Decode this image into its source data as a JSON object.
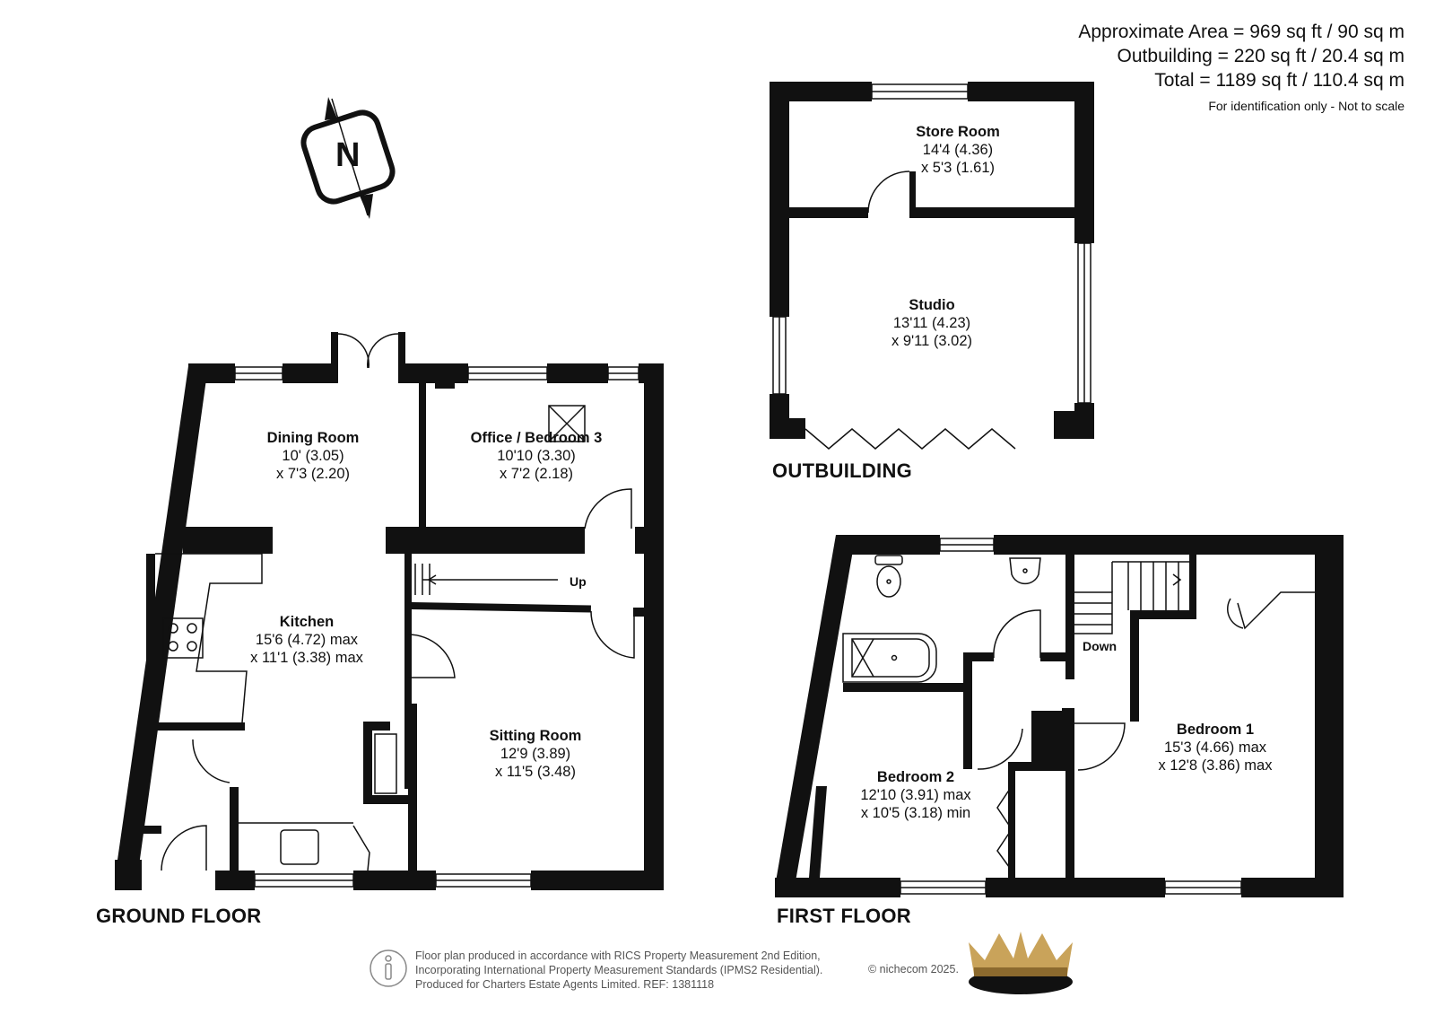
{
  "summary": {
    "approx_area": "Approximate Area = 969 sq ft / 90 sq m",
    "outbuilding": "Outbuilding = 220 sq ft / 20.4 sq m",
    "total": "Total = 1189 sq ft / 110.4 sq m",
    "note": "For identification only - Not to scale"
  },
  "floors": {
    "ground": "GROUND FLOOR",
    "first": "FIRST FLOOR",
    "outbuilding": "OUTBUILDING"
  },
  "rooms": {
    "dining": {
      "name": "Dining Room",
      "dim1": "10' (3.05)",
      "dim2": "x 7'3 (2.20)"
    },
    "office": {
      "name": "Office / Bedroom 3",
      "dim1": "10'10 (3.30)",
      "dim2": "x 7'2 (2.18)"
    },
    "kitchen": {
      "name": "Kitchen",
      "dim1": "15'6 (4.72) max",
      "dim2": "x 11'1 (3.38) max"
    },
    "sitting": {
      "name": "Sitting Room",
      "dim1": "12'9 (3.89)",
      "dim2": "x 11'5 (3.48)"
    },
    "store": {
      "name": "Store Room",
      "dim1": "14'4 (4.36)",
      "dim2": "x 5'3 (1.61)"
    },
    "studio": {
      "name": "Studio",
      "dim1": "13'11 (4.23)",
      "dim2": "x 9'11 (3.02)"
    },
    "bedroom1": {
      "name": "Bedroom 1",
      "dim1": "15'3 (4.66) max",
      "dim2": "x 12'8 (3.86) max"
    },
    "bedroom2": {
      "name": "Bedroom 2",
      "dim1": "12'10 (3.91) max",
      "dim2": "x 10'5 (3.18) min"
    }
  },
  "stairs": {
    "up": "Up",
    "down": "Down"
  },
  "compass": {
    "letter": "N"
  },
  "footer": {
    "line1": "Floor plan produced in accordance with RICS Property Measurement 2nd Edition,",
    "line2": "Incorporating International Property Measurement Standards (IPMS2 Residential).",
    "line3": "Produced for Charters Estate Agents Limited.   REF: 1381118",
    "copyright": "© nichecom 2025."
  },
  "colors": {
    "wall": "#111111",
    "gold": "#c9a35a",
    "grey": "#888888"
  }
}
